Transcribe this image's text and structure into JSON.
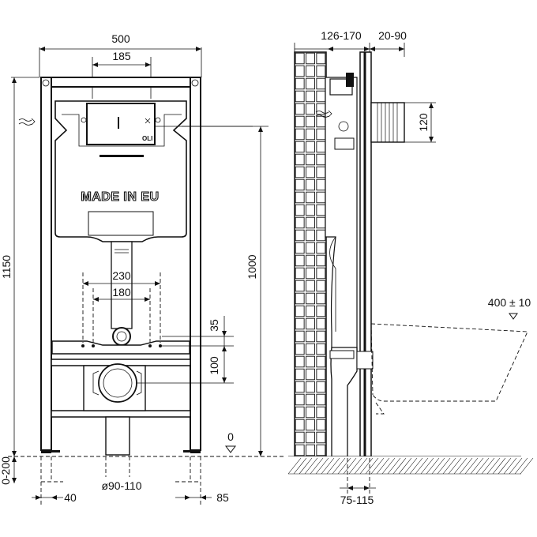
{
  "front_view": {
    "width": "500",
    "plate_width": "185",
    "height": "1150",
    "flush_height": "1000",
    "inlet_spacing_outer": "230",
    "inlet_spacing_inner": "180",
    "dim_35": "35",
    "dim_100": "100",
    "floor_adjust": "0-200",
    "foot_offset_left": "40",
    "foot_offset_right": "85",
    "drain_diameter": "ø90-110",
    "floor_level": "0",
    "brand_text": "MADE IN EU",
    "logo_text": "OLI"
  },
  "side_view": {
    "wall_depth": "126-170",
    "frame_offset": "20-90",
    "box_height": "120",
    "bowl_height": "400 ± 10",
    "outlet_distance": "75-115"
  }
}
